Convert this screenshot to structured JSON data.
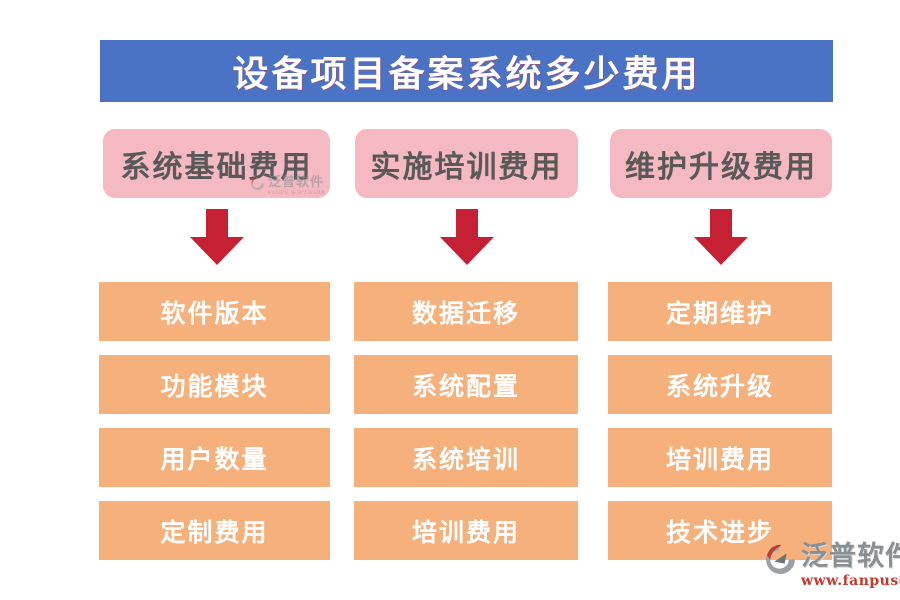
{
  "title": "设备项目备案系统多少费用",
  "columns": [
    {
      "header": "系统基础费用",
      "items": [
        "软件版本",
        "功能模块",
        "用户数量",
        "定制费用"
      ]
    },
    {
      "header": "实施培训费用",
      "items": [
        "数据迁移",
        "系统配置",
        "系统培训",
        "培训费用"
      ]
    },
    {
      "header": "维护升级费用",
      "items": [
        "定期维护",
        "系统升级",
        "培训费用",
        "技术进步"
      ]
    }
  ],
  "watermark": {
    "brand": "泛普软件",
    "subtext": "FANPU SOFTWARE"
  },
  "footer": {
    "brand": "泛普软件",
    "website": "www.fanpusoft.com"
  },
  "icons": {
    "arrow": "down-arrow-icon",
    "logo": "fanpu-logo-icon"
  },
  "colors": {
    "banner_blue": "#4a73c5",
    "header_pink": "#f4b9c1",
    "item_orange": "#f5b07c",
    "arrow_red": "#c62035",
    "title_text": "#ffffff",
    "header_text": "#595959",
    "footer_gray": "#8a8f94",
    "footer_red": "#c4382e"
  }
}
